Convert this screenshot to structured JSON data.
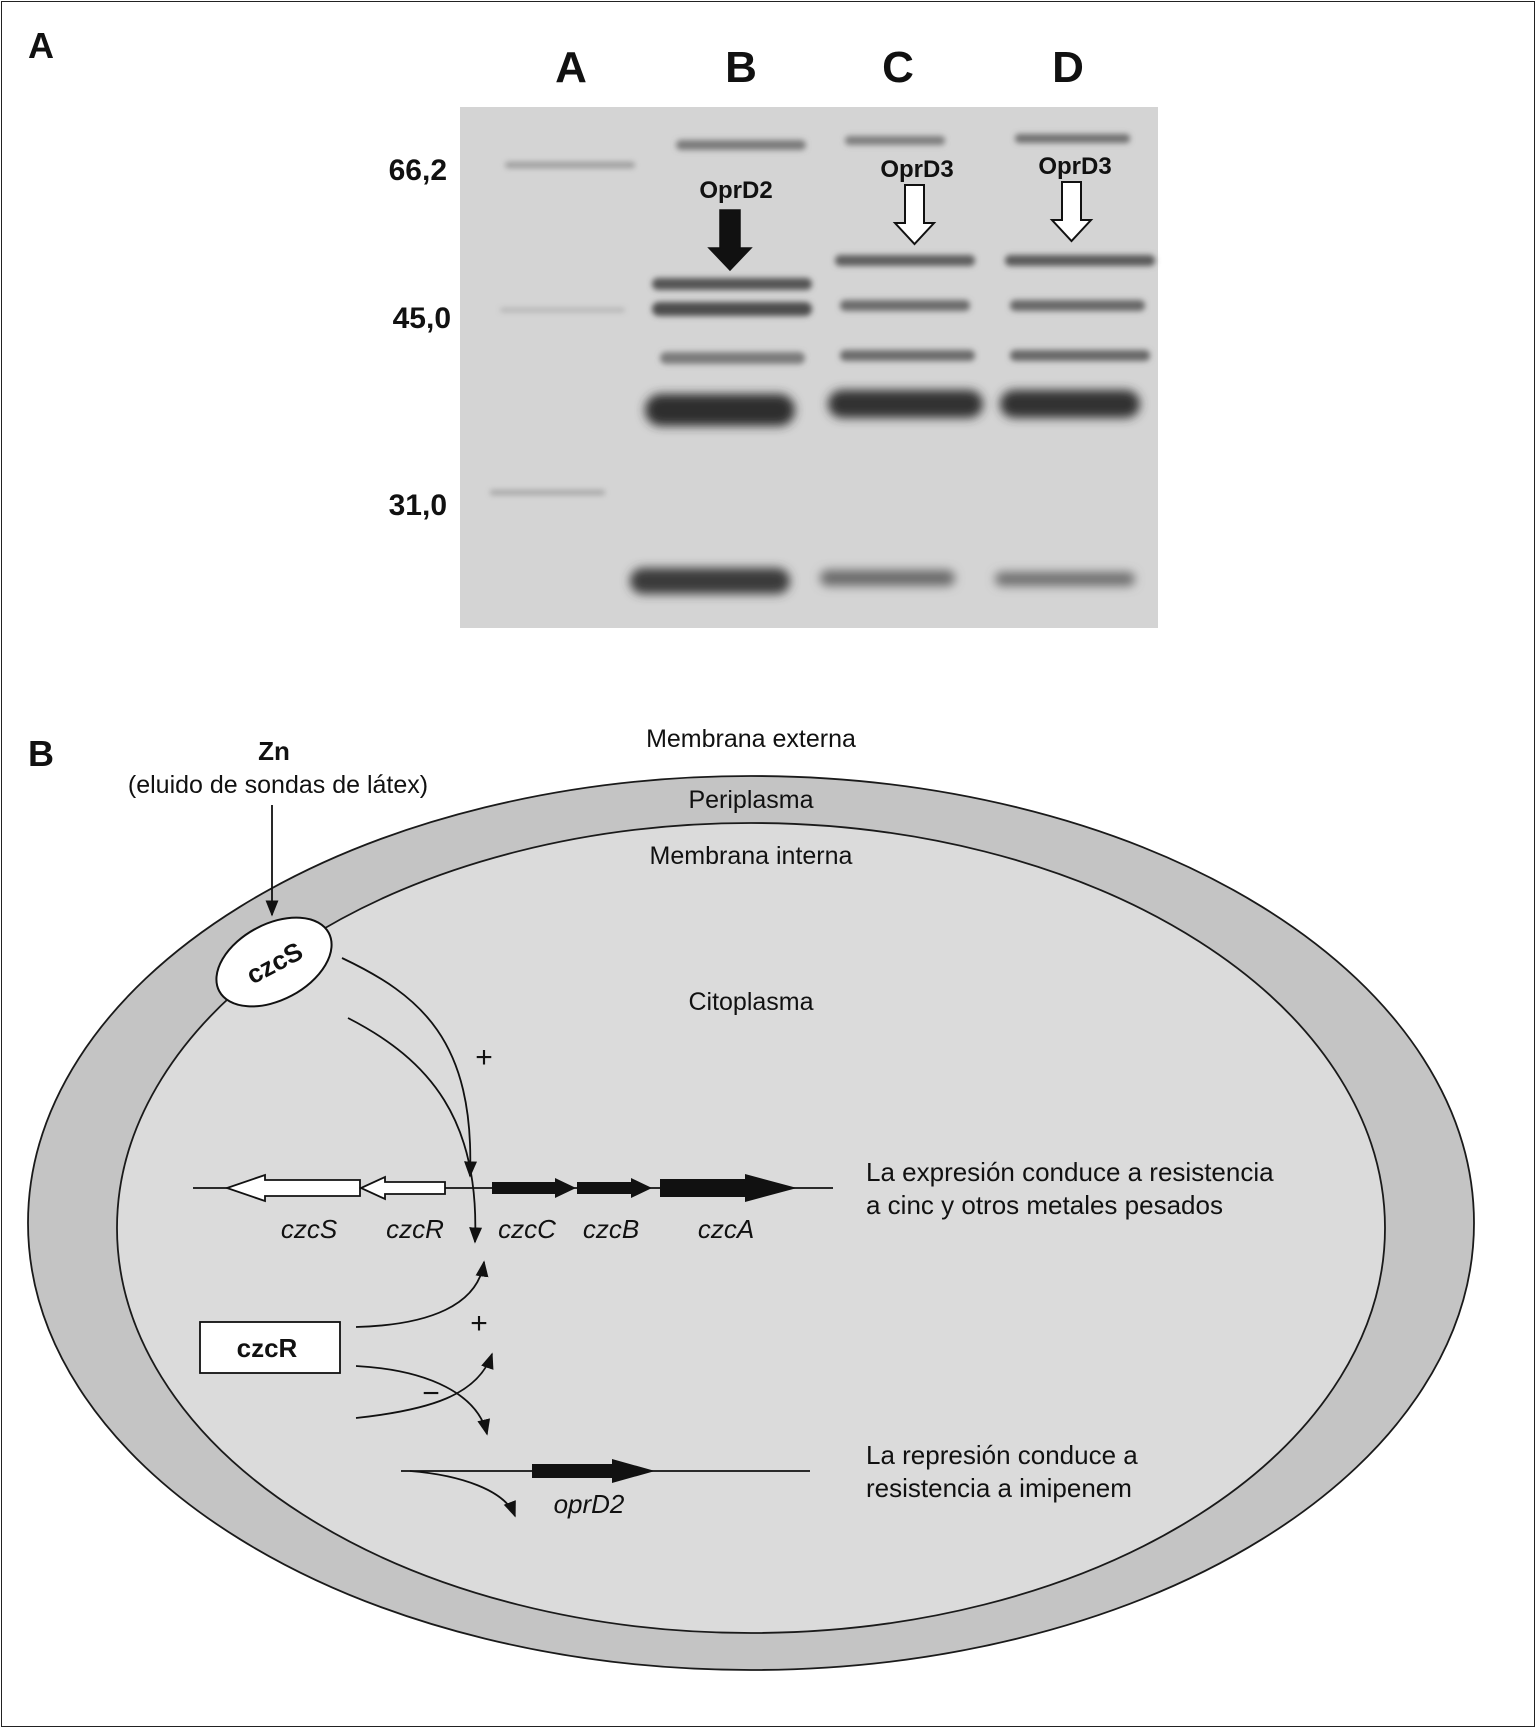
{
  "panel_a": {
    "label": "A",
    "lanes": [
      "A",
      "B",
      "C",
      "D"
    ],
    "markers": [
      "66,2",
      "45,0",
      "31,0"
    ],
    "arrows": {
      "b": "OprD2",
      "c": "OprD3",
      "d": "OprD3"
    }
  },
  "panel_b": {
    "label": "B",
    "zn_title": "Zn",
    "zn_subtitle": "(eluido de sondas de látex)",
    "outer_membrane": "Membrana externa",
    "periplasm": "Periplasma",
    "inner_membrane": "Membrana interna",
    "cytoplasm": "Citoplasma",
    "sensor": "czcS",
    "regulator": "czcR",
    "plus_top": "+",
    "plus_mid": "+",
    "minus": "−",
    "genes_operon": [
      "czcS",
      "czcR",
      "czcC",
      "czcB",
      "czcA"
    ],
    "gene_oprd2": "oprD2",
    "note_expression_1": "La expresión conduce a resistencia",
    "note_expression_2": "a cinc y otros metales pesados",
    "note_repression_1": "La represión conduce a",
    "note_repression_2": "resistencia a imipenem"
  }
}
